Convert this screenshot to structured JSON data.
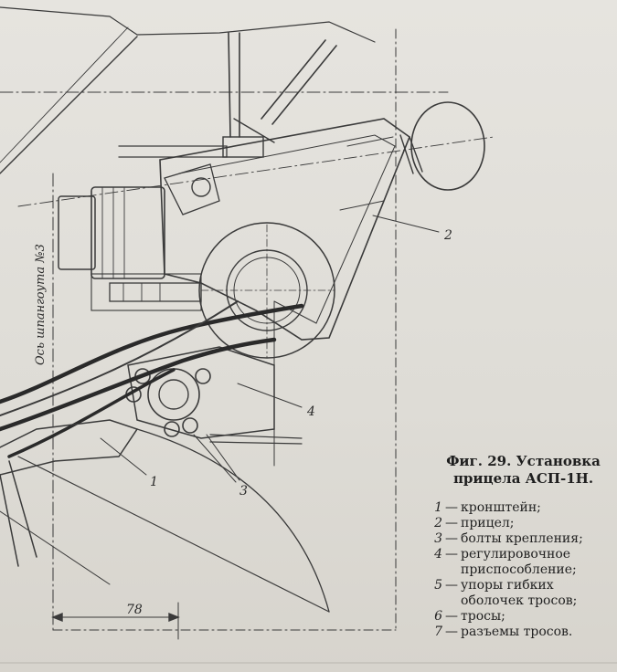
{
  "figure": {
    "title_line1": "Фиг. 29. Установка",
    "title_line2": "прицела АСП-1Н.",
    "axis_label": "Ось шпангоута №3",
    "dimension": "78",
    "callouts": [
      "1",
      "2",
      "3",
      "4"
    ],
    "legend": [
      {
        "num": "1",
        "text": "кронштейн;"
      },
      {
        "num": "2",
        "text": "прицел;"
      },
      {
        "num": "3",
        "text": "болты крепления;"
      },
      {
        "num": "4",
        "text": "регулировочное\nприспособление;"
      },
      {
        "num": "5",
        "text": "упоры гибких\nоболочек тросов;"
      },
      {
        "num": "6",
        "text": "тросы;"
      },
      {
        "num": "7",
        "text": "разъемы тросов."
      }
    ]
  }
}
